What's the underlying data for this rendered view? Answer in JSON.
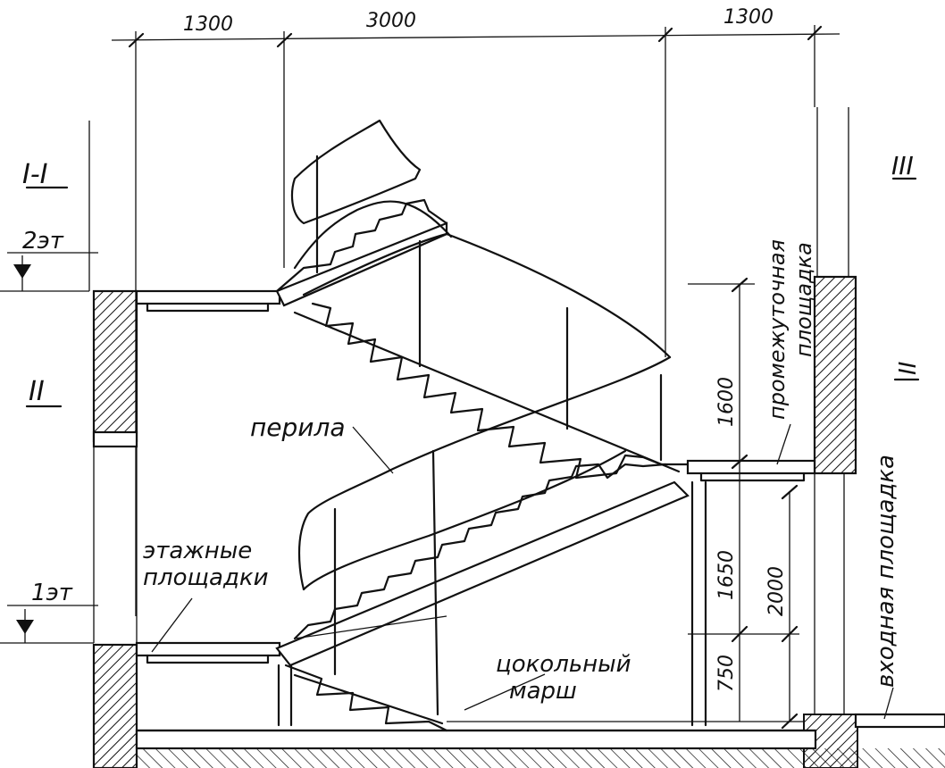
{
  "dimensions": {
    "top_left": "1300",
    "top_mid": "3000",
    "top_right": "1300",
    "h_1600": "1600",
    "h_1650": "1650",
    "h_2000": "2000",
    "h_750": "750"
  },
  "section_label": "I-I",
  "axes": {
    "left": "II",
    "right_top": "III",
    "right_mid": "II"
  },
  "levels": {
    "floor2": "2эт",
    "floor1": "1эт"
  },
  "labels": {
    "railing": "перила",
    "floor_landings_1": "этажные",
    "floor_landings_2": "площадки",
    "intermediate_1": "промежуточная",
    "intermediate_2": "площадка",
    "entrance": "входная площадка",
    "plinth_1": "цокольный",
    "plinth_2": "марш"
  },
  "colors": {
    "ink": "#111111",
    "paper": "#ffffff"
  }
}
